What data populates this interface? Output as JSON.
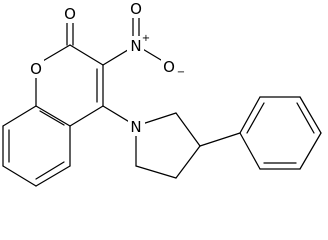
{
  "diagram": {
    "type": "skeletal-structure",
    "colors": {
      "bond": "#000000",
      "label": "#000000",
      "background": "#ffffff"
    },
    "atoms": {
      "carbonyl_o": "O",
      "ring_o": "O",
      "nitro_n": "N",
      "nitro_o_top": "O",
      "nitro_o_right": "O",
      "pyrrolidine_n": "N"
    },
    "charges": {
      "nitro_n": "+",
      "nitro_o_right": "−"
    }
  }
}
